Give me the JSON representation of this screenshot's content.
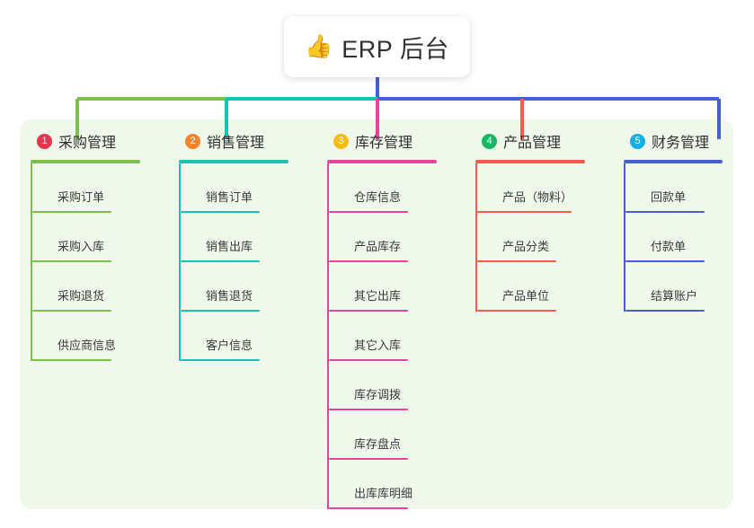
{
  "root": {
    "icon": "thumbs-up-icon",
    "icon_glyph": "👍",
    "title": "ERP 后台"
  },
  "panel": {
    "background": "#eff8ea"
  },
  "columns": [
    {
      "index": "1",
      "badge_color": "#e8344e",
      "accent": "#7cc04a",
      "title": "采购管理",
      "items": [
        "采购订单",
        "采购入库",
        "采购退货",
        "供应商信息"
      ]
    },
    {
      "index": "2",
      "badge_color": "#f5842c",
      "accent": "#17c3b2",
      "title": "销售管理",
      "items": [
        "销售订单",
        "销售出库",
        "销售退货",
        "客户信息"
      ]
    },
    {
      "index": "3",
      "badge_color": "#f5bc18",
      "accent": "#e8439a",
      "title": "库存管理",
      "items": [
        "仓库信息",
        "产品库存",
        "其它出库",
        "其它入库",
        "库存调拨",
        "库存盘点",
        "出库库明细"
      ]
    },
    {
      "index": "4",
      "badge_color": "#17b862",
      "accent": "#f85a50",
      "title": "产品管理",
      "items": [
        "产品（物料）",
        "产品分类",
        "产品单位"
      ]
    },
    {
      "index": "5",
      "badge_color": "#17aee0",
      "accent": "#4560cf",
      "title": "财务管理",
      "items": [
        "回款单",
        "付款单",
        "结算账户"
      ]
    }
  ]
}
